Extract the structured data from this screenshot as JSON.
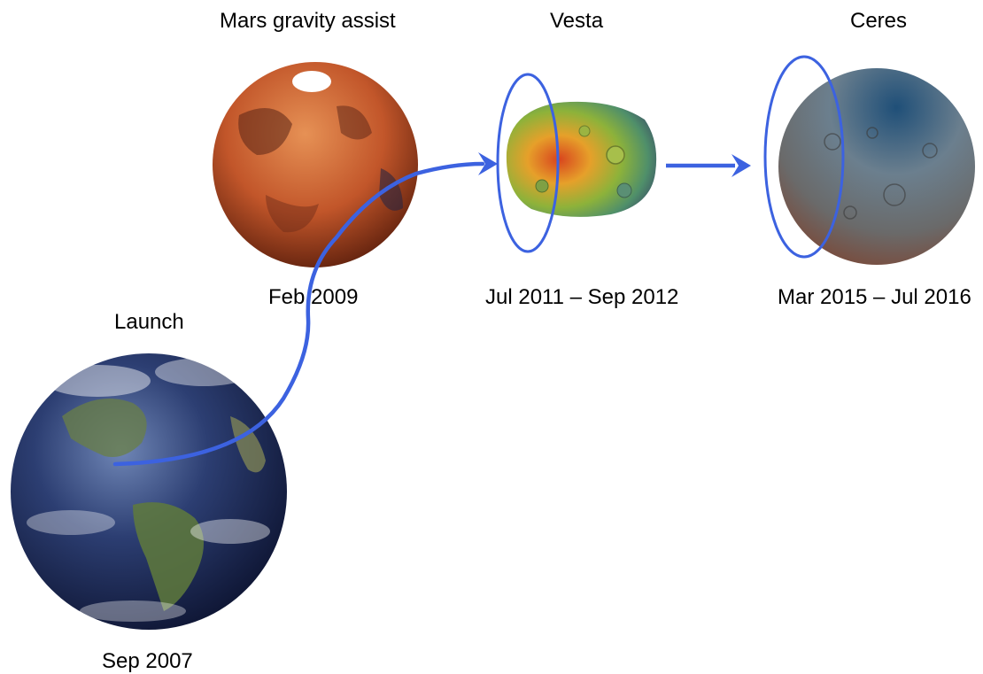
{
  "stages": {
    "launch": {
      "title": "Launch",
      "date": "Sep 2007"
    },
    "mars": {
      "title": "Mars gravity assist",
      "date": "Feb 2009"
    },
    "vesta": {
      "title": "Vesta",
      "date": "Jul 2011 – Sep 2012"
    },
    "ceres": {
      "title": "Ceres",
      "date": "Mar 2015 – Jul 2016"
    }
  },
  "colors": {
    "trajectory": "#3c62e0",
    "earth_ocean": "#22325e",
    "mars": "#c2562a",
    "vesta": "#8db23a",
    "ceres": "#5d5f63"
  },
  "icons": [
    "earth-image",
    "mars-image",
    "vesta-image",
    "ceres-image",
    "orbit-ring",
    "arrow-icon"
  ]
}
